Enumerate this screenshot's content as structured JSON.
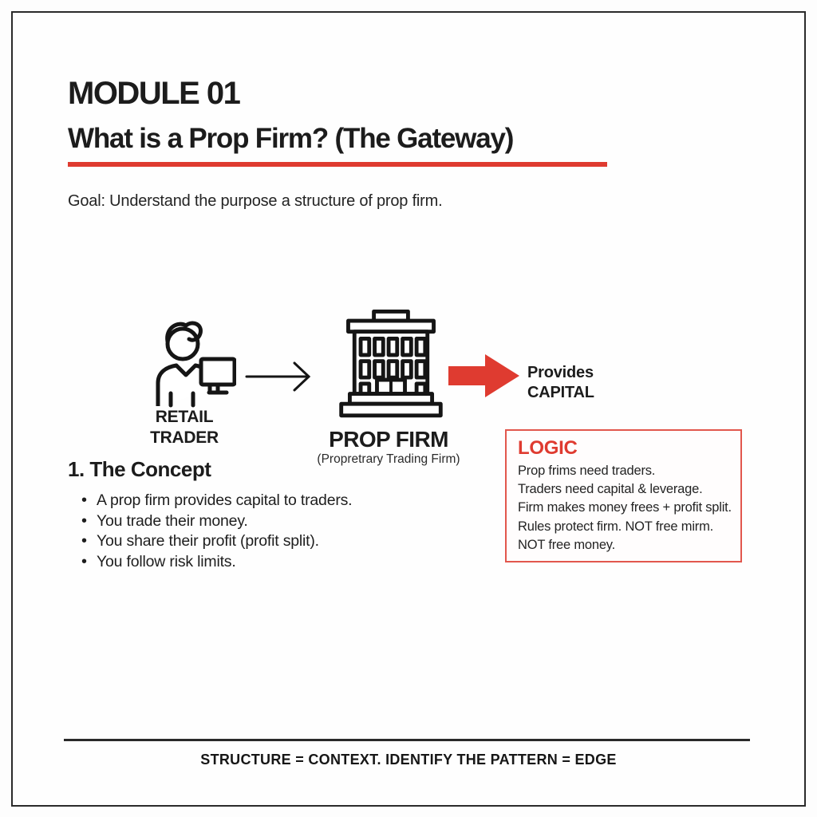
{
  "header": {
    "module_label": "MODULE 01",
    "title": "What is a Prop Firm? (The Gateway)",
    "goal_text": "Goal: Understand the purpose a structure of prop firm."
  },
  "diagram": {
    "trader": {
      "icon": "retail-trader-icon",
      "label_line1": "RETAIL",
      "label_line2": "TRADER"
    },
    "flow_arrow_icon": "arrow-right-icon",
    "firm": {
      "icon": "building-icon",
      "label": "PROP FIRM",
      "sublabel": "(Propretrary Trading Firm)"
    },
    "capital_arrow_icon": "block-arrow-right-icon",
    "provides": {
      "line1": "Provides",
      "line2": "CAPITAL"
    }
  },
  "concept": {
    "heading": "1. The Concept",
    "bullets": [
      "A prop firm provides capital to traders.",
      "You trade their money.",
      "You share their profit (profit split).",
      "You follow risk limits."
    ]
  },
  "logic_box": {
    "title": "LOGIC",
    "lines": [
      "Prop frims need traders.",
      "Traders need capital & leverage.",
      "Firm makes money frees + profit split.",
      "Rules protect firm. NOT free mirm.",
      "NOT free money."
    ]
  },
  "footer": {
    "tagline": "STRUCTURE = CONTEXT. IDENTIFY THE PATTERN = EDGE"
  },
  "colors": {
    "accent_red": "#df3b30",
    "logic_border_red": "#e2574d",
    "ink": "#1c1c1c"
  }
}
